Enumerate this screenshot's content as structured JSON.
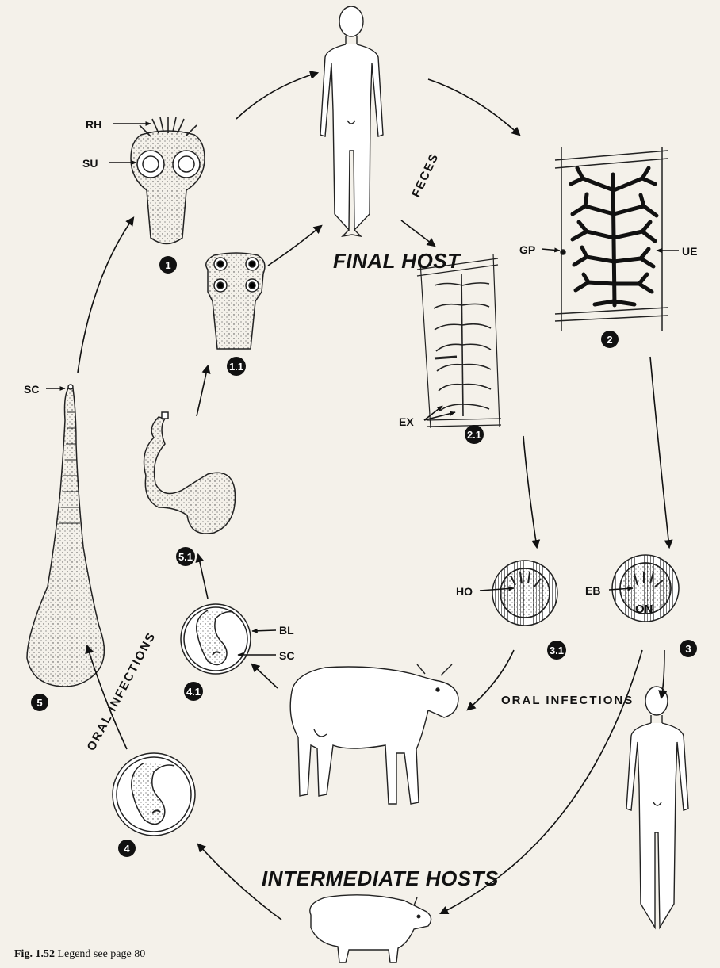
{
  "labels": {
    "rh": "RH",
    "su": "SU",
    "gp": "GP",
    "ue": "UE",
    "ex": "EX",
    "ho": "HO",
    "eb": "EB",
    "on": "ON",
    "bl": "BL",
    "sc": "SC",
    "sc2": "SC"
  },
  "hosts": {
    "final": "FINAL HOST",
    "intermediate": "INTERMEDIATE HOSTS",
    "feces": "FECES",
    "oral1": "ORAL INFECTIONS",
    "oral2": "ORAL INFECTIONS"
  },
  "stages": {
    "s1": "1",
    "s11": "1.1",
    "s2": "2",
    "s21": "2.1",
    "s3": "3",
    "s31": "3.1",
    "s4": "4",
    "s41": "4.1",
    "s5": "5",
    "s51": "5.1"
  },
  "caption": {
    "fig": "Fig. 1.52",
    "text": "Legend see page 80"
  }
}
